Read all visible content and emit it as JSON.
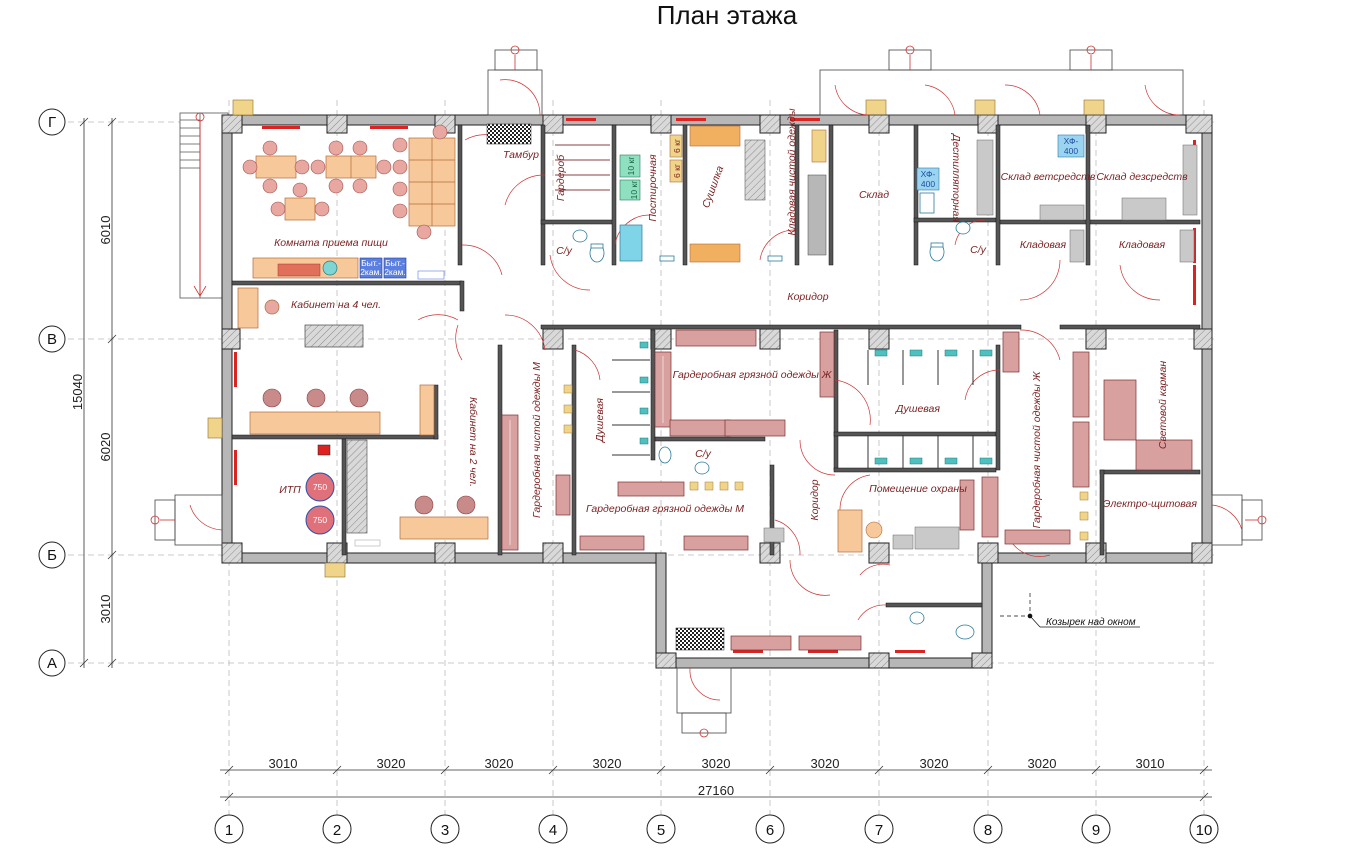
{
  "title": "План этажа",
  "axes_letters": [
    "Г",
    "В",
    "Б",
    "А"
  ],
  "axes_numbers": [
    "1",
    "2",
    "3",
    "4",
    "5",
    "6",
    "7",
    "8",
    "9",
    "10"
  ],
  "dims_bottom": [
    "3010",
    "3020",
    "3020",
    "3020",
    "3020",
    "3020",
    "3020",
    "3020",
    "3010"
  ],
  "dim_total": "27160",
  "dims_left": [
    "6010",
    "6020",
    "3010"
  ],
  "dim_left_total": "15040",
  "rooms": {
    "dining": "Комната приема пищи",
    "office4": "Кабинет на 4 чел.",
    "office2": "Кабинет на 2 чел.",
    "itp": "ИТП",
    "vestibule": "Тамбур",
    "wardrobe": "Гардероб",
    "wc1": "С/у",
    "laundry": "Постирочная",
    "dryer": "Сушилка",
    "clean_store": "Кладовая чистой одежды",
    "store": "Склад",
    "disinfect": "Дестилляторная",
    "vet_store": "Склад ветсредств",
    "dez_store": "Склад дезсредств",
    "pantry1": "Кладовая",
    "pantry2": "Кладовая",
    "wc2": "С/у",
    "corridor": "Коридор",
    "m_clean": "Гардеробная чистой одежды М",
    "shower_m": "Душевая",
    "f_dirty": "Гардеробная грязной одежды Ж",
    "shower_f": "Душевая",
    "f_clean": "Гардеробная чистой одежды Ж",
    "light_pocket": "Световой карман",
    "wc3": "С/у",
    "m_dirty": "Гардеробная грязной одежды М",
    "corridor2": "Коридор",
    "security": "Помещение охраны",
    "electrical": "Электро-щитовая"
  },
  "equipment": {
    "boiler1": "750",
    "boiler2": "750",
    "fridge1": "Быт.-2кам.",
    "fridge2": "Быт.-2кам.",
    "fridge1_a": "Быт.-",
    "fridge1_b": "2кам.",
    "fridge2_a": "Быт.-",
    "fridge2_b": "2кам.",
    "washer1": "10 кг",
    "washer2": "10 кг",
    "dryer1": "6 кг",
    "dryer2": "6 кг",
    "fridge3": "ХФ-400",
    "fridge4": "ХФ-400",
    "fridge3_a": "ХФ-",
    "fridge3_b": "400",
    "fridge4_a": "ХФ-",
    "fridge4_b": "400"
  },
  "callout": "Козырек над окном"
}
